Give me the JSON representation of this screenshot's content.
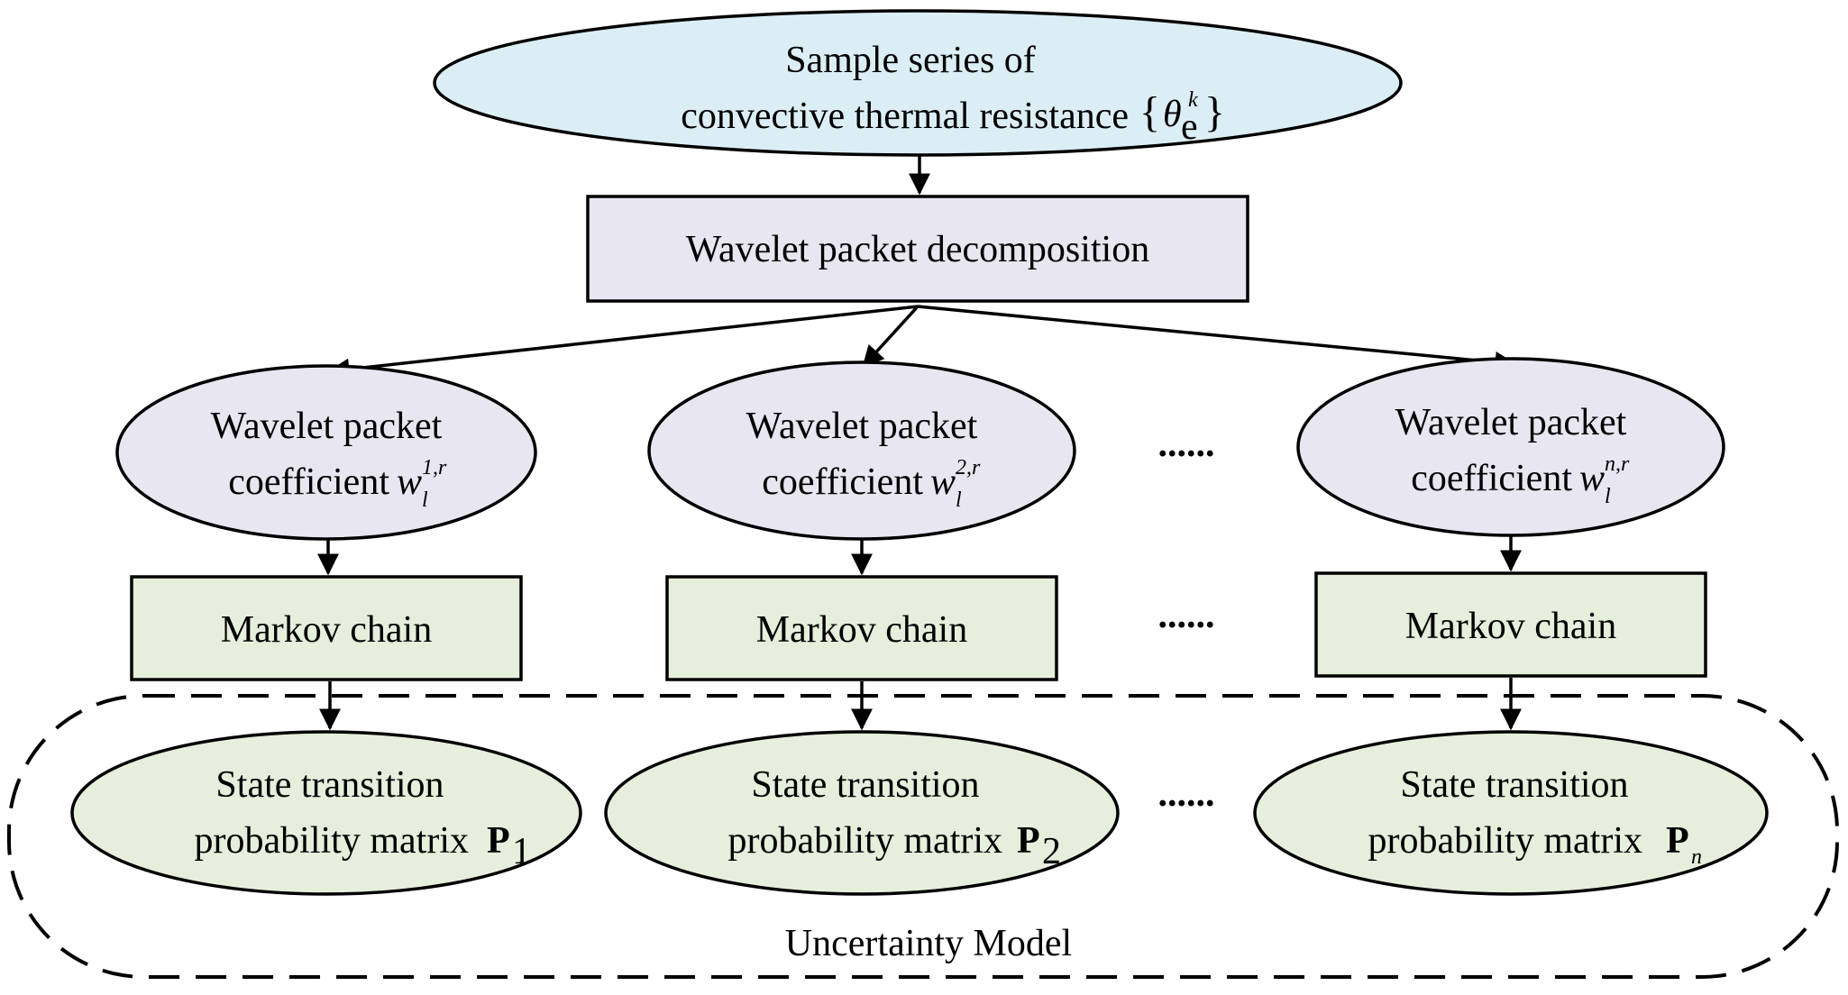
{
  "top_node": {
    "line1": "Sample series of",
    "line2": "convective thermal resistance",
    "symbol": "θ",
    "symbol_sub": "e",
    "symbol_sup": "k"
  },
  "decomposition": {
    "label": "Wavelet packet decomposition"
  },
  "coefficients": [
    {
      "line1": "Wavelet packet",
      "line2": "coefficient",
      "var": "w",
      "sub": "l",
      "sup": "1,r"
    },
    {
      "line1": "Wavelet packet",
      "line2": "coefficient",
      "var": "w",
      "sub": "l",
      "sup": "2,r"
    },
    {
      "line1": "Wavelet packet",
      "line2": "coefficient",
      "var": "w",
      "sub": "l",
      "sup": "n,r"
    }
  ],
  "markov": [
    {
      "label": "Markov chain"
    },
    {
      "label": "Markov chain"
    },
    {
      "label": "Markov chain"
    }
  ],
  "matrices": [
    {
      "line1": "State transition",
      "line2": "probability matrix",
      "symbol": "P",
      "sub": "1"
    },
    {
      "line1": "State transition",
      "line2": "probability matrix",
      "symbol": "P",
      "sub": "2"
    },
    {
      "line1": "State transition",
      "line2": "probability matrix",
      "symbol": "P",
      "sub": "n"
    }
  ],
  "ellipsis": "......",
  "group_label": "Uncertainty Model",
  "colors": {
    "top_fill": "#dceef5",
    "mid_fill": "#e8e6f0",
    "bottom_fill": "#e6eedc",
    "stroke": "#000000"
  }
}
